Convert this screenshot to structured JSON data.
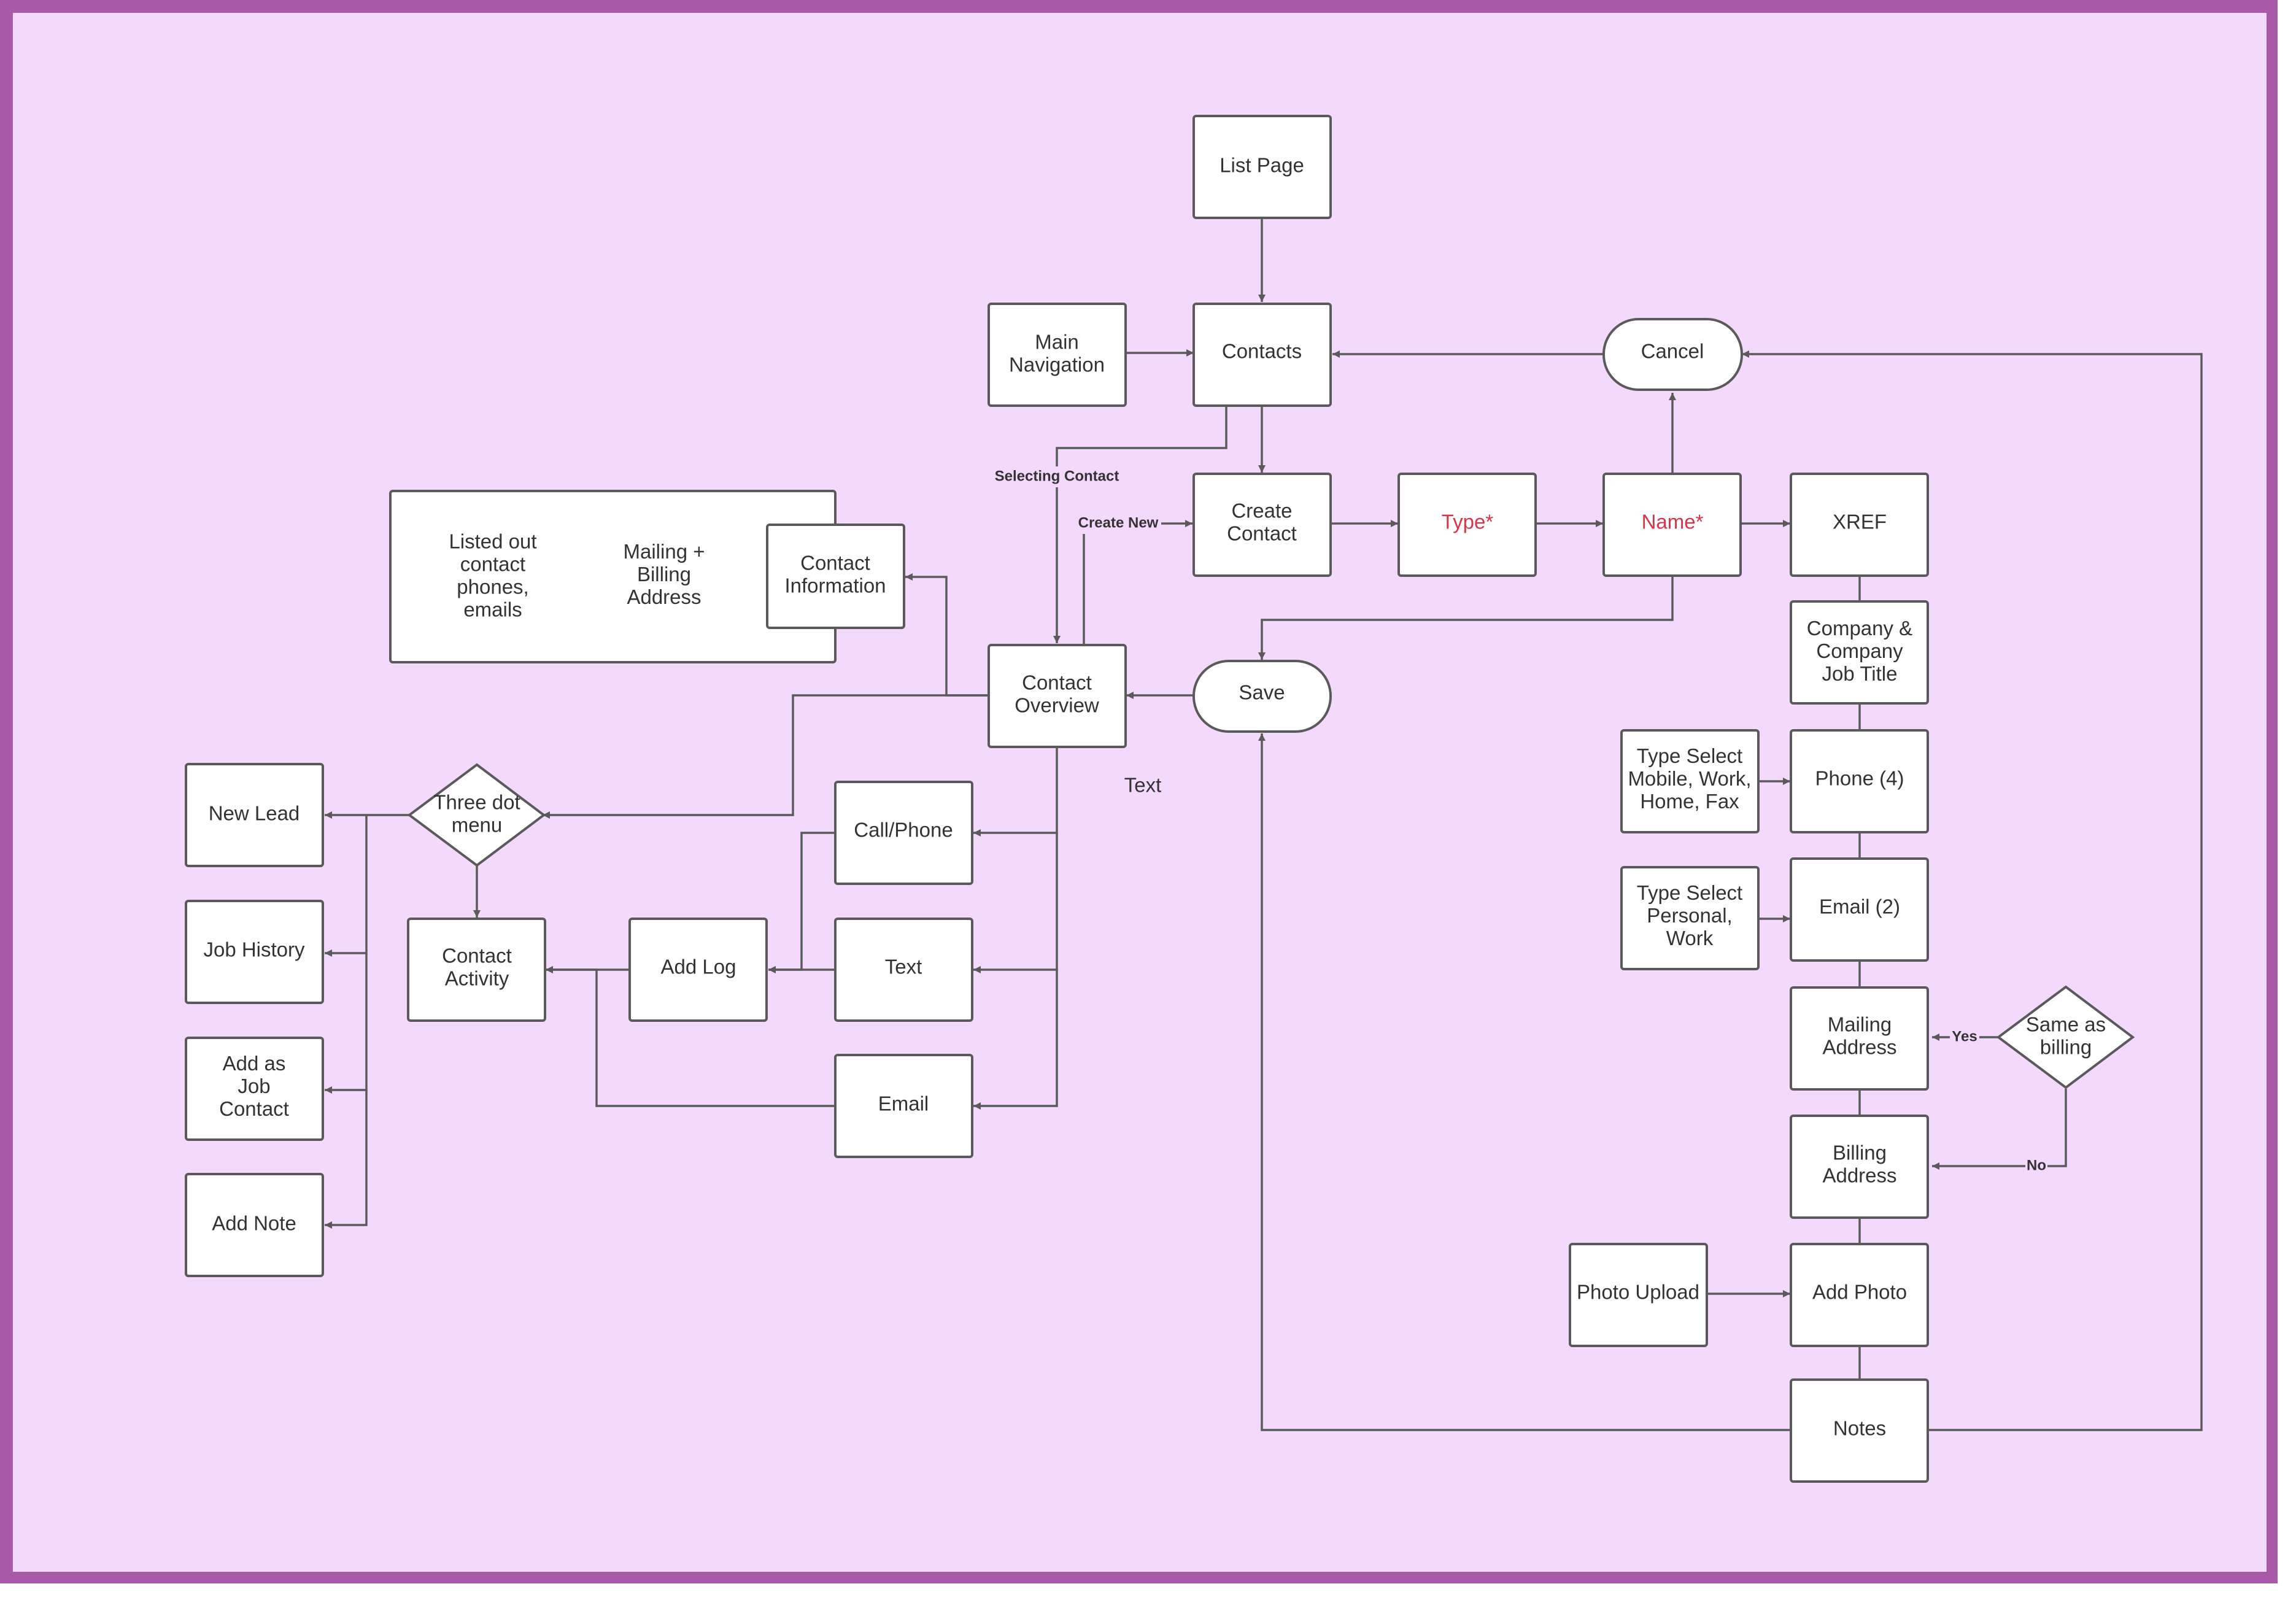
{
  "diagram": {
    "background": "#f3d9fc",
    "frame_color": "#a85aa8",
    "accent_red": "#d9344a",
    "nodes": {
      "list_page": "List Page",
      "main_navigation": "Main Navigation",
      "contacts": "Contacts",
      "cancel": "Cancel",
      "create_contact": "Create Contact",
      "type": "Type*",
      "name": "Name*",
      "xref": "XREF",
      "company": "Company & Company Job Title",
      "save": "Save",
      "contact_overview": "Contact Overview",
      "contact_information": "Contact Information",
      "phones_list": "Listed out contact phones, emails",
      "mailing_billing": "Mailing + Billing Address",
      "three_dot_menu": "Three dot menu",
      "new_lead": "New Lead",
      "job_history": "Job History",
      "add_job_contact": "Add as Job Contact",
      "add_note": "Add Note",
      "contact_activity": "Contact Activity",
      "add_log": "Add Log",
      "call_phone": "Call/Phone",
      "text": "Text",
      "email": "Email",
      "type_select_phone": "Type Select Mobile, Work, Home, Fax",
      "phone": "Phone (4)",
      "type_select_email": "Type Select Personal, Work",
      "email_2": "Email (2)",
      "mailing_address": "Mailing Address",
      "same_as_billing": "Same as billing",
      "billing_address": "Billing Address",
      "photo_upload": "Photo Upload",
      "add_photo": "Add Photo",
      "notes": "Notes"
    },
    "edge_labels": {
      "selecting_contact": "Selecting Contact",
      "create_new": "Create New",
      "yes": "Yes",
      "no": "No"
    },
    "free_text": {
      "text_label": "Text"
    }
  }
}
